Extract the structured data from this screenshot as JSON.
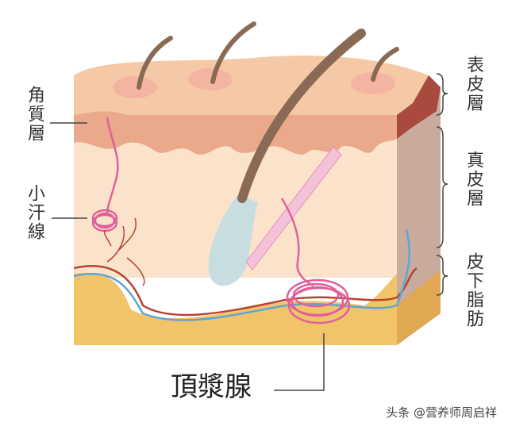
{
  "labels": {
    "epidermis": "表皮層",
    "dermis": "真皮層",
    "subcutaneous_fat": "皮下脂肪",
    "stratum_corneum": "角質層",
    "eccrine_gland": "小汗線",
    "apocrine_gland": "頂漿腺"
  },
  "watermark": "头条 @营养师周启祥",
  "colors": {
    "epidermis_top": "#f6c9a6",
    "epidermis_band": "#e9a98a",
    "dermis": "#fbe3cb",
    "fat": "#f2c46a",
    "side": "#c9ab9e",
    "hair": "#8a6a55",
    "gland": "#e0609a",
    "artery": "#b8432f",
    "vein": "#5aa7d6"
  }
}
